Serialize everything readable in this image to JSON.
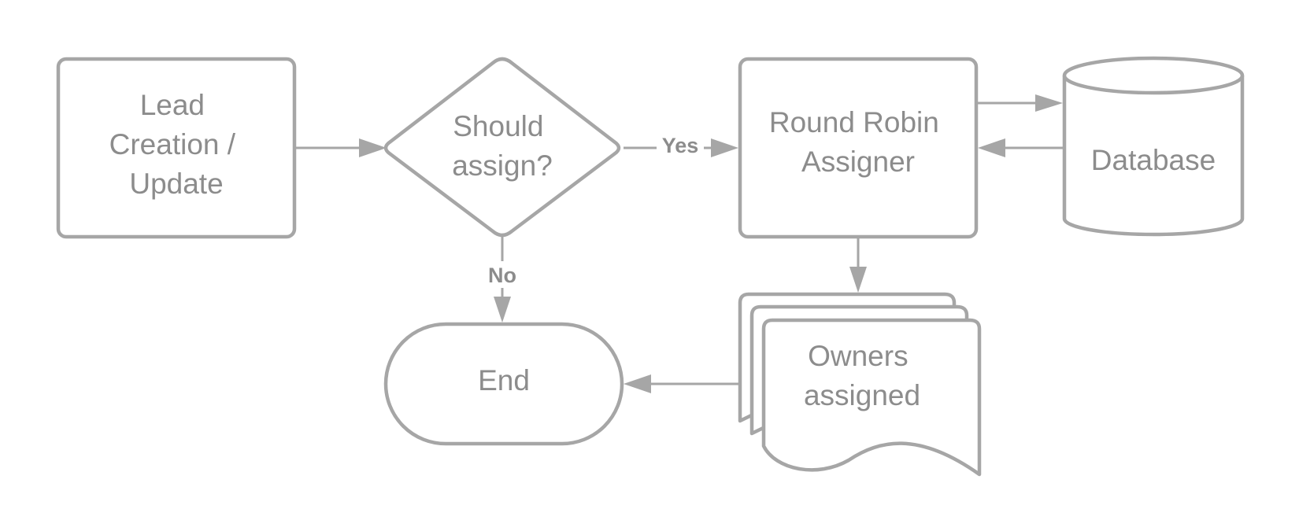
{
  "nodes": {
    "lead_creation": {
      "shape": "process",
      "lines": [
        "Lead",
        "Creation /",
        "Update"
      ]
    },
    "should_assign": {
      "shape": "decision",
      "lines": [
        "Should",
        "assign?"
      ]
    },
    "round_robin": {
      "shape": "process",
      "lines": [
        "Round Robin",
        "Assigner"
      ]
    },
    "database": {
      "shape": "database",
      "lines": [
        "Database"
      ]
    },
    "owners_assigned": {
      "shape": "multi-document",
      "lines": [
        "Owners",
        "assigned"
      ]
    },
    "end": {
      "shape": "terminator",
      "lines": [
        "End"
      ]
    }
  },
  "edges": {
    "yes": {
      "from": "should_assign",
      "to": "round_robin",
      "label": "Yes"
    },
    "no": {
      "from": "should_assign",
      "to": "end",
      "label": "No"
    }
  },
  "colors": {
    "stroke": "#a6a6a6",
    "text": "#8c8c8c",
    "background": "#ffffff"
  }
}
